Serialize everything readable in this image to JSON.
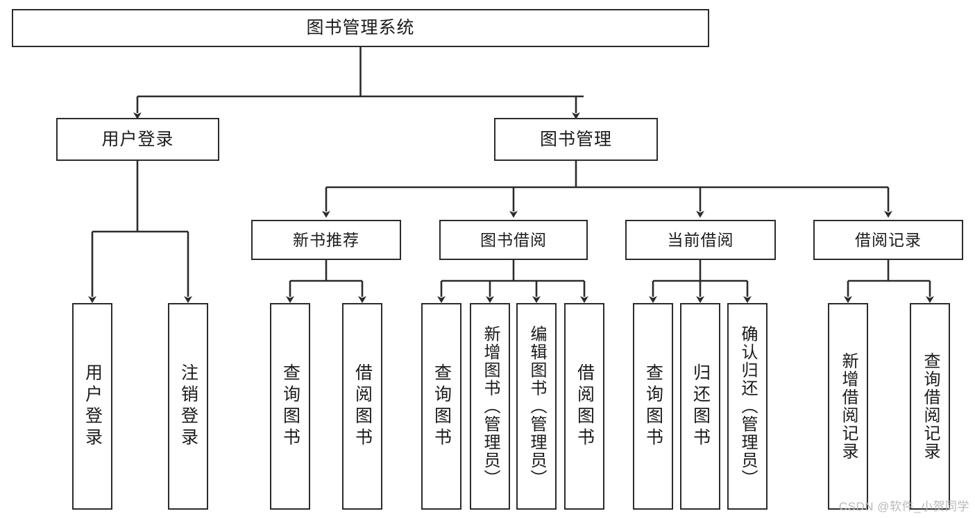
{
  "diagram": {
    "type": "tree-hierarchy",
    "title": "图书管理系统",
    "root": {
      "id": "root",
      "label": "图书管理系统"
    },
    "level2": [
      {
        "id": "user-login",
        "label": "用户登录"
      },
      {
        "id": "book-manage",
        "label": "图书管理"
      }
    ],
    "level3": [
      {
        "id": "new-book-recommend",
        "label": "新书推荐",
        "parent": "book-manage"
      },
      {
        "id": "book-borrow",
        "label": "图书借阅",
        "parent": "book-manage"
      },
      {
        "id": "current-borrow",
        "label": "当前借阅",
        "parent": "book-manage"
      },
      {
        "id": "borrow-record",
        "label": "借阅记录",
        "parent": "book-manage"
      }
    ],
    "leaves": {
      "user-login": [
        {
          "id": "leaf-user-login",
          "label": "用户登录"
        },
        {
          "id": "leaf-user-logout",
          "label": "注销登录"
        }
      ],
      "new-book-recommend": [
        {
          "id": "leaf-query-book-1",
          "label": "查询图书"
        },
        {
          "id": "leaf-borrow-book-1",
          "label": "借阅图书"
        }
      ],
      "book-borrow": [
        {
          "id": "leaf-query-book-2",
          "label": "查询图书"
        },
        {
          "id": "leaf-add-book",
          "label": "新增图书（管理员）"
        },
        {
          "id": "leaf-edit-book",
          "label": "编辑图书（管理员）"
        },
        {
          "id": "leaf-borrow-book-2",
          "label": "借阅图书"
        }
      ],
      "current-borrow": [
        {
          "id": "leaf-query-book-3",
          "label": "查询图书"
        },
        {
          "id": "leaf-return-book",
          "label": "归还图书"
        },
        {
          "id": "leaf-confirm-return",
          "label": "确认归还（管理员）"
        }
      ],
      "borrow-record": [
        {
          "id": "leaf-add-record",
          "label": "新增借阅记录"
        },
        {
          "id": "leaf-query-record",
          "label": "查询借阅记录"
        }
      ]
    }
  },
  "watermark": {
    "text": "CSDN @软件_小贺同学"
  },
  "colors": {
    "stroke": "#2b2b2b",
    "background": "#ffffff",
    "text": "#1b1b1b",
    "watermark": "#b9b9b9"
  }
}
